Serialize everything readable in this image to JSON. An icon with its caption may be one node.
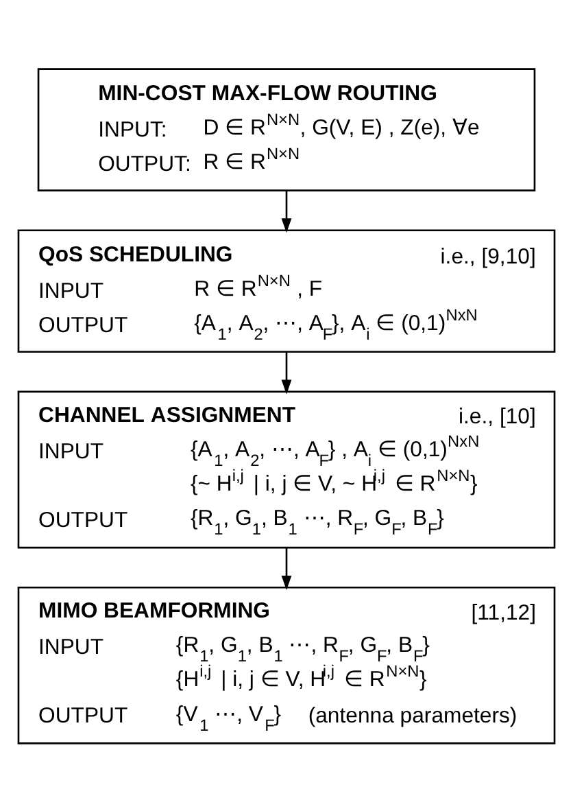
{
  "diagram": {
    "nodes": [
      {
        "text": [
          "MIN-COST MAX-FLOW ROUTING",
          "INPUT:",
          "D ∈ R$^{N×N}$, G(V, E) , Z(e), ∀e",
          "OUTPUT:",
          "R ∈ R$^{N×N}$"
        ]
      },
      {
        "text": [
          "QoS SCHEDULING",
          "i.e., [9,10]",
          "INPUT",
          "R ∈ R$^{N×N}$ , F",
          "OUTPUT",
          "{A$_{1}$, A$_{2}$, ⋯, A$_{F}$}, A$_{i}$ ∈ (0,1)$^{NxN}$"
        ]
      },
      {
        "text": [
          "CHANNEL ASSIGNMENT",
          "i.e., [10]",
          "INPUT",
          "{A$_{1}$, A$_{2}$, ⋯, A$_{F}$} , A$_{i}$ ∈ (0,1)$^{NxN}$",
          "{~ H$^{i,j}$ | i, j ∈ V, ~ H$^{i,j}$ ∈ R$^{N×N}$}",
          "OUTPUT",
          "{R$_{1}$, G$_{1}$, B$_{1}$ ⋯, R$_{F}$, G$_{F}$, B$_{F}$}"
        ]
      },
      {
        "text": [
          "MIMO BEAMFORMING",
          "[11,12]",
          "INPUT",
          "{R$_{1}$, G$_{1}$, B$_{1}$ ⋯, R$_{F}$, G$_{F}$, B$_{F}$}",
          "{H$^{i,j}$ | i, j ∈ V, H$^{i,j}$ ∈ R$^{N×N}$}",
          "OUTPUT",
          "{V$_{1}$ ⋯, V$_{F}$}",
          "(antenna parameters)"
        ]
      }
    ],
    "edges": [
      {
        "from": 0,
        "to": 1,
        "arrow": "to"
      },
      {
        "from": 1,
        "to": 2,
        "arrow": "to"
      },
      {
        "from": 2,
        "to": 3,
        "arrow": "to"
      }
    ]
  }
}
